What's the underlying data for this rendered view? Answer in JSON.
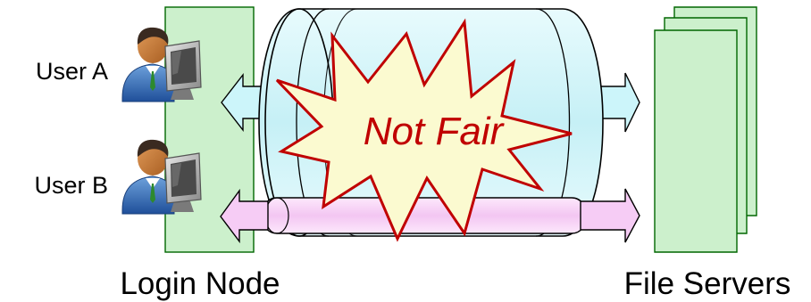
{
  "users": [
    {
      "label": "User A",
      "icon": "user-at-computer-icon"
    },
    {
      "label": "User B",
      "icon": "user-at-computer-icon"
    }
  ],
  "login_node": {
    "label": "Login Node"
  },
  "file_servers": {
    "label": "File Servers"
  },
  "burst": {
    "label": "Not Fair"
  },
  "colors": {
    "node_fill": "#ccf0cc",
    "node_stroke": "#006600",
    "pipe_fill": "#ccf5fa",
    "pipe_b_fill": "#f6ccf5",
    "arrow_a_fill": "#ccf5fa",
    "arrow_b_fill": "#f6ccf5",
    "burst_fill": "#fbfad0",
    "burst_stroke": "#c00000",
    "burst_text": "#c00000"
  }
}
